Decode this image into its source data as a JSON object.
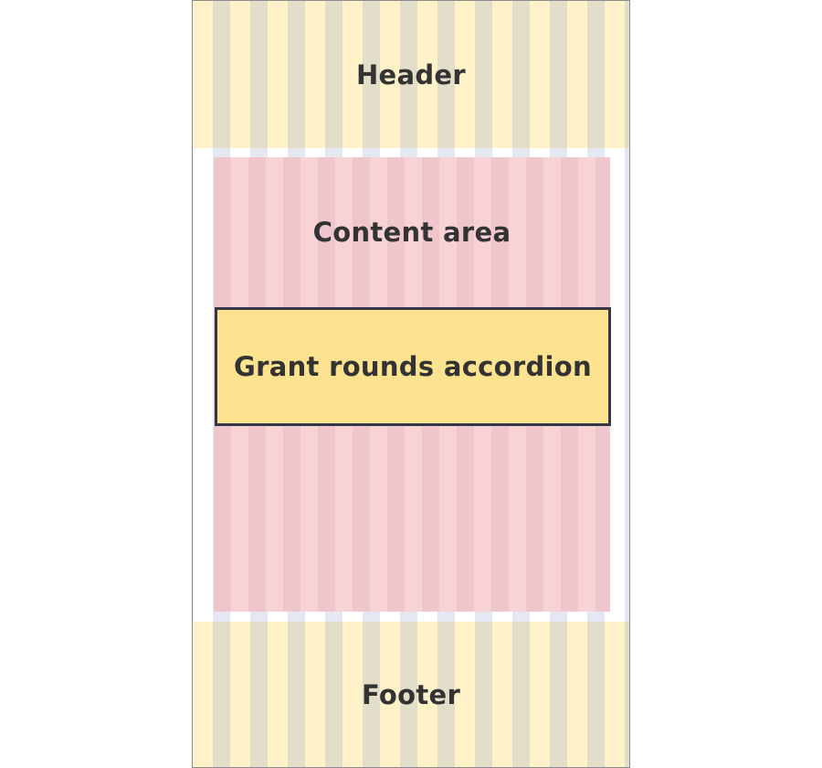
{
  "diagram": {
    "header": {
      "label": "Header"
    },
    "content": {
      "label": "Content area"
    },
    "accordion": {
      "label": "Grant rounds accordion"
    },
    "footer": {
      "label": "Footer"
    }
  },
  "colors": {
    "header_footer_band": "#fff2c8",
    "header_footer_column": "#e2dec9",
    "content_area": "#f7d3d6",
    "content_column": "#eec6cb",
    "accordion_fill": "#fde38f",
    "accordion_border": "#333747",
    "text": "#333333"
  }
}
